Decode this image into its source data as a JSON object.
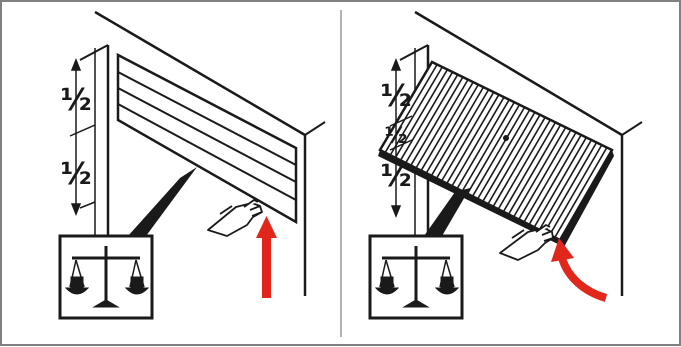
{
  "figure": {
    "panels": [
      {
        "name": "sectional-door",
        "dimension_labels": [
          "½",
          "½"
        ],
        "balance_icon": "balance-scale-icon",
        "arrow": "straight-up-arrow"
      },
      {
        "name": "one-piece-tilting-door",
        "dimension_labels": [
          "½",
          "½",
          "½"
        ],
        "balance_icon": "balance-scale-icon",
        "arrow": "curved-up-arrow"
      }
    ],
    "colors": {
      "line": "#1a1a1a",
      "arrow": "#e1261c",
      "panel_fill": "#ffffff",
      "border": "#808080"
    }
  }
}
